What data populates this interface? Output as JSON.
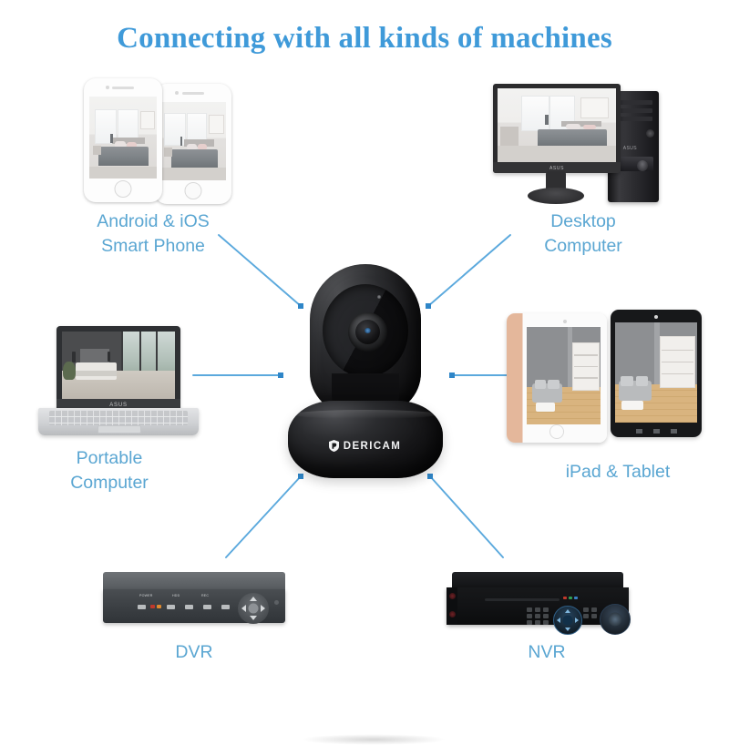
{
  "page": {
    "title": "Connecting with all kinds of machines",
    "background_color": "#ffffff",
    "title_color": "#3f9ad9",
    "caption_color": "#5aa6d2",
    "connector_color": "#5ba9dd"
  },
  "center_device": {
    "name": "Dericam pan-tilt IP camera",
    "brand": "DERICAM",
    "logo_icon": "shield-icon",
    "body_color": "#111113"
  },
  "nodes": [
    {
      "id": "smart-phone",
      "caption_line1": "Android & iOS",
      "caption_line2": "Smart Phone",
      "device": "two-smartphones",
      "screen_scene": "bedroom"
    },
    {
      "id": "desktop-computer",
      "caption_line1": "Desktop",
      "caption_line2": "Computer",
      "device": "monitor-and-tower",
      "monitor_brand": "ASUS",
      "tower_brand": "ASUS",
      "screen_scene": "bedroom"
    },
    {
      "id": "portable-computer",
      "caption_line1": "Portable",
      "caption_line2": "Computer",
      "device": "laptop",
      "laptop_brand": "ASUS",
      "screen_scene": "bedroom-with-glass-doors"
    },
    {
      "id": "ipad-tablet",
      "caption_line1": "iPad & Tablet",
      "caption_line2": "",
      "device": "two-tablets",
      "screen_scene": "living-room-with-bookshelf"
    },
    {
      "id": "dvr",
      "caption_line1": "DVR",
      "caption_line2": "",
      "device": "dvr-recorder",
      "panel_labels": [
        "POWER",
        "HDD",
        "REC"
      ]
    },
    {
      "id": "nvr",
      "caption_line1": "NVR",
      "caption_line2": "",
      "device": "nvr-recorder"
    }
  ]
}
